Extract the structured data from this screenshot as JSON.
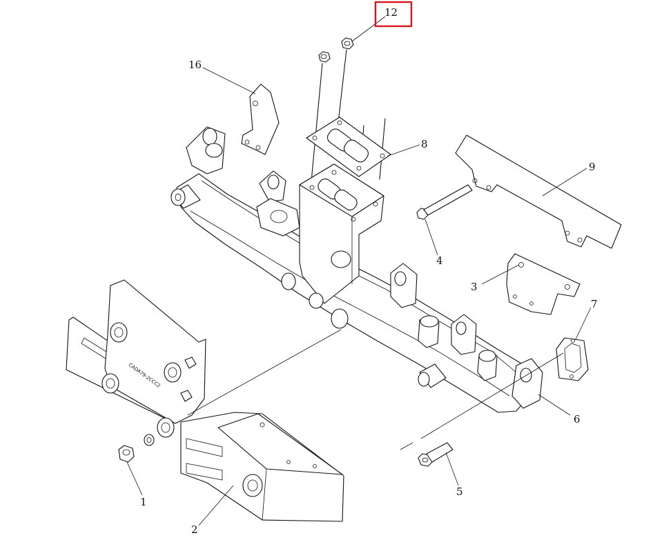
{
  "callouts": [
    {
      "id": "1",
      "text": "1"
    },
    {
      "id": "2",
      "text": "2"
    },
    {
      "id": "3",
      "text": "3"
    },
    {
      "id": "4",
      "text": "4"
    },
    {
      "id": "5",
      "text": "5"
    },
    {
      "id": "6",
      "text": "6"
    },
    {
      "id": "7",
      "text": "7"
    },
    {
      "id": "8",
      "text": "8"
    },
    {
      "id": "9",
      "text": "9"
    },
    {
      "id": "12",
      "text": "12"
    },
    {
      "id": "16",
      "text": "16"
    }
  ],
  "highlighted_callout": "12",
  "highlight_color": "#d8141c",
  "heat_shield_marking": "CADA79-2CCC2"
}
